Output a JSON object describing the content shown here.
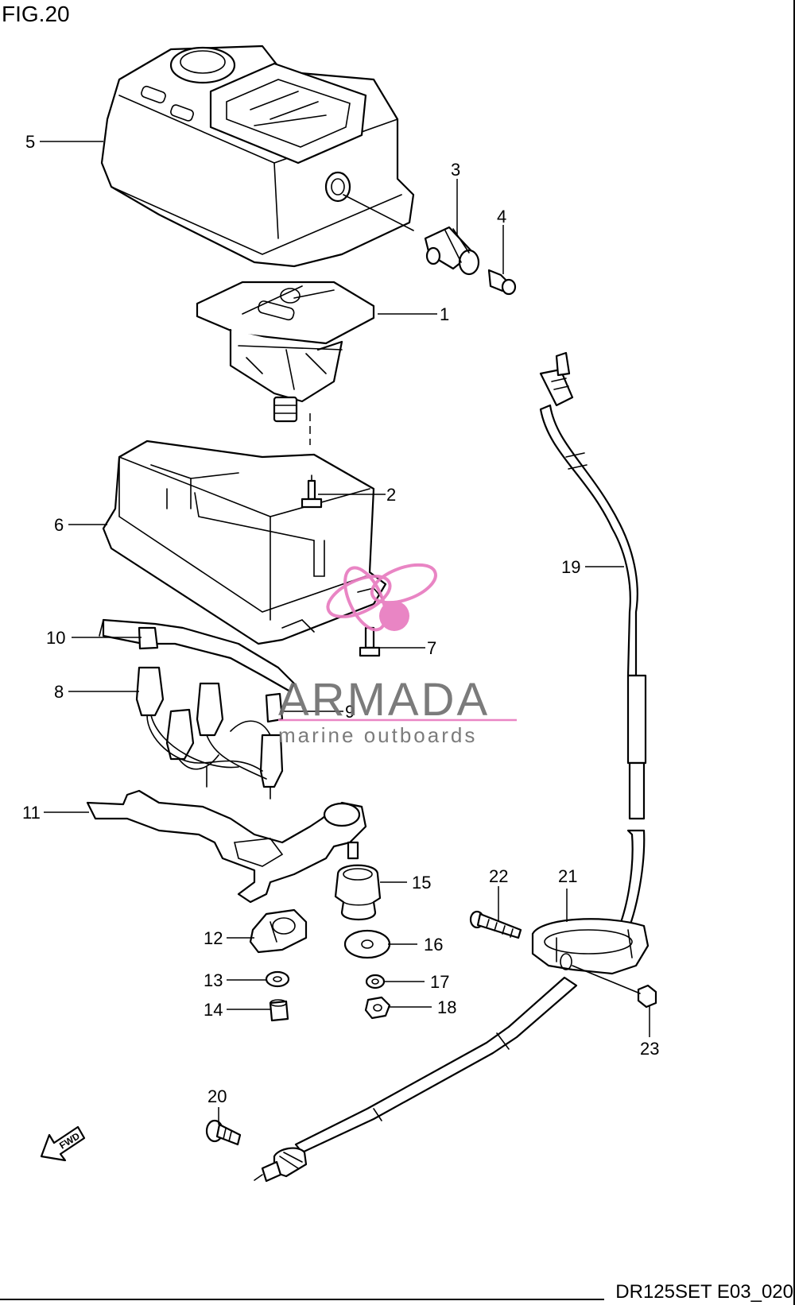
{
  "figure_title": "FIG.20",
  "drawing_code": "DR125SET E03_020",
  "watermark": {
    "brand": "ARMADA",
    "tagline": "marine outboards",
    "brand_color": "#707070",
    "accent_color": "#e87bbf"
  },
  "fwd_label": "FWD",
  "callouts": {
    "c1": "1",
    "c2": "2",
    "c3": "3",
    "c4": "4",
    "c5": "5",
    "c6": "6",
    "c7": "7",
    "c8": "8",
    "c9": "9",
    "c10": "10",
    "c11": "11",
    "c12": "12",
    "c13": "13",
    "c14": "14",
    "c15": "15",
    "c16": "16",
    "c17": "17",
    "c18": "18",
    "c19": "19",
    "c20": "20",
    "c21": "21",
    "c22": "22",
    "c23": "23"
  }
}
